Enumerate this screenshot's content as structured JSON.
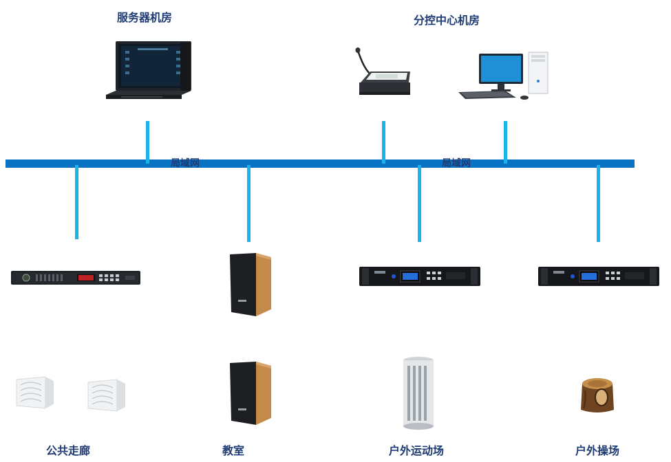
{
  "labels": {
    "server_room": "服务器机房",
    "control_room": "分控中心机房",
    "lan_left": "局域网",
    "lan_right": "局域网",
    "corridor": "公共走廊",
    "classroom": "教室",
    "sports_field": "户外运动场",
    "playground": "户外操场"
  },
  "colors": {
    "bus": "#0a72c2",
    "drop": "#1ab4ea",
    "text": "#1f3b73"
  },
  "icons": {
    "server": "rack-server-icon",
    "paging_mic": "paging-microphone-icon",
    "pc": "desktop-computer-icon",
    "decoder": "network-decoder-icon",
    "speaker": "wall-speaker-icon",
    "amplifier": "network-amplifier-icon",
    "column_speaker": "column-speaker-icon",
    "stump_speaker": "tree-stump-speaker-icon"
  }
}
